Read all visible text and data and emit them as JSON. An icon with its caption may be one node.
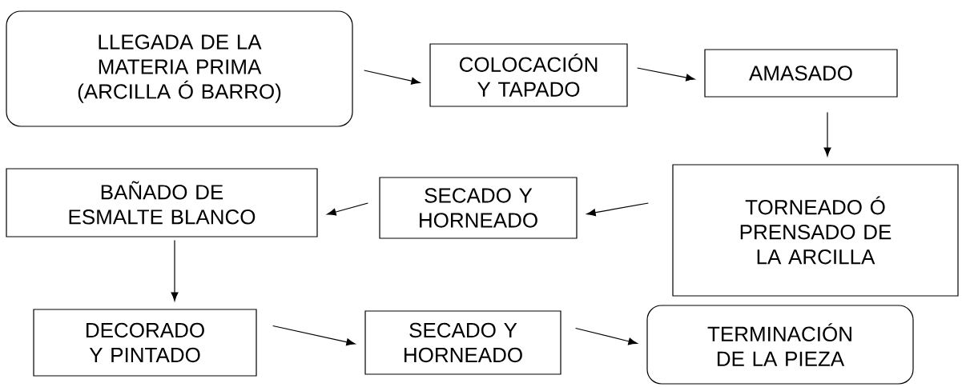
{
  "diagram": {
    "nodes": [
      {
        "text": [
          "LLEGADA DE LA MATERIA PRIMA (ARCILLA Ó BARRO)"
        ]
      },
      {
        "text": [
          "COLOCACIÓN Y TAPADO"
        ]
      },
      {
        "text": [
          "AMASADO"
        ]
      },
      {
        "text": [
          "TORNEADO Ó PRENSADO DE LA ARCILLA"
        ]
      },
      {
        "text": [
          "SECADO Y HORNEADO"
        ]
      },
      {
        "text": [
          "BAÑADO DE ESMALTE BLANCO"
        ]
      },
      {
        "text": [
          "DECORADO Y PINTADO"
        ]
      },
      {
        "text": [
          "SECADO Y HORNEADO"
        ]
      },
      {
        "text": [
          "TERMINACIÓN DE LA PIEZA"
        ]
      }
    ],
    "edges": [
      {
        "from": 0,
        "to": 1,
        "arrow": "to"
      },
      {
        "from": 1,
        "to": 2,
        "arrow": "to"
      },
      {
        "from": 2,
        "to": 3,
        "arrow": "to"
      },
      {
        "from": 3,
        "to": 4,
        "arrow": "to"
      },
      {
        "from": 4,
        "to": 5,
        "arrow": "to"
      },
      {
        "from": 5,
        "to": 6,
        "arrow": "to"
      },
      {
        "from": 6,
        "to": 7,
        "arrow": "to"
      },
      {
        "from": 7,
        "to": 8,
        "arrow": "to"
      }
    ]
  }
}
